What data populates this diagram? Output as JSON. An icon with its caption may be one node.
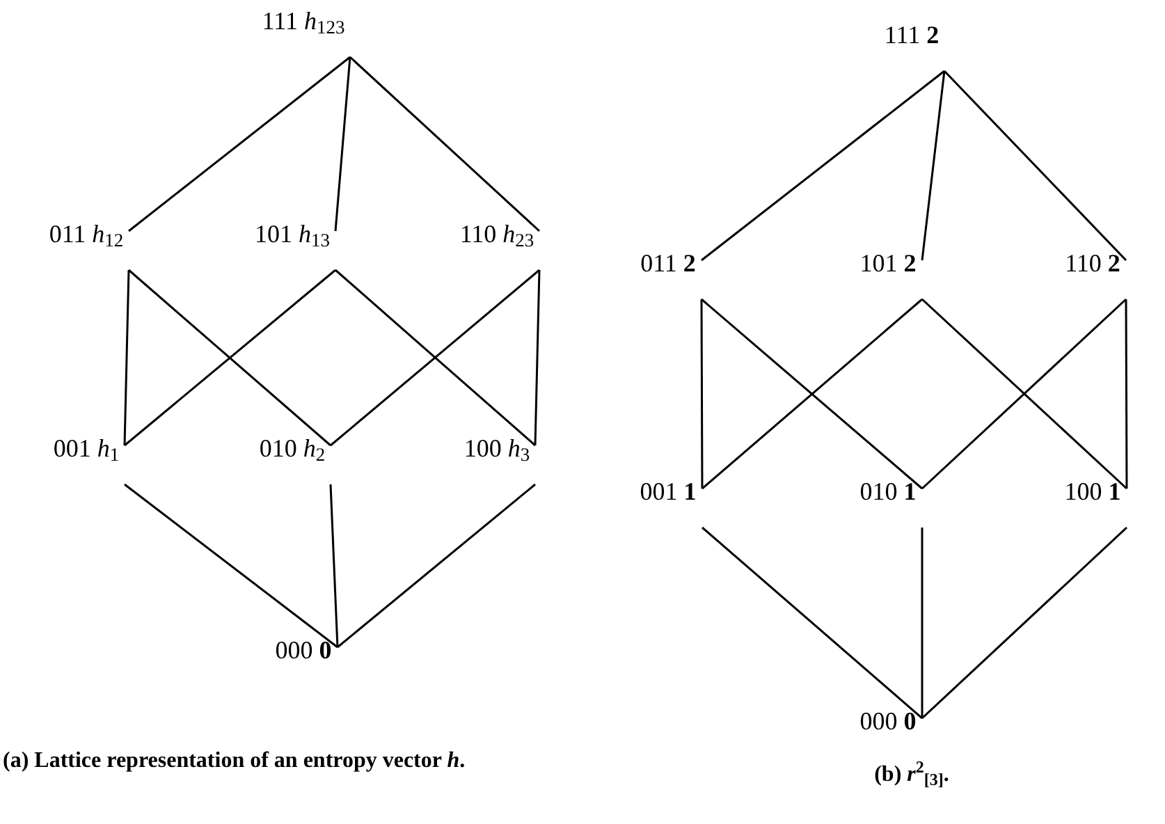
{
  "diagram": {
    "nodes": [
      {
        "text": [
          "111 *h*$_{123}$"
        ]
      },
      {
        "text": [
          "011 *h*$_{12}$"
        ]
      },
      {
        "text": [
          "101 *h*$_{13}$"
        ]
      },
      {
        "text": [
          "110 *h*$_{23}$"
        ]
      },
      {
        "text": [
          "001 *h*$_{1}$"
        ]
      },
      {
        "text": [
          "010 *h*$_{2}$"
        ]
      },
      {
        "text": [
          "100 *h*$_{3}$"
        ]
      },
      {
        "text": [
          "000 **0**"
        ]
      },
      {
        "text": [
          "111 **2**"
        ]
      },
      {
        "text": [
          "011 **2**"
        ]
      },
      {
        "text": [
          "101 **2**"
        ]
      },
      {
        "text": [
          "110 **2**"
        ]
      },
      {
        "text": [
          "001 **1**"
        ]
      },
      {
        "text": [
          "010 **1**"
        ]
      },
      {
        "text": [
          "100 **1**"
        ]
      },
      {
        "text": [
          "000 **0**"
        ]
      }
    ],
    "edges": [
      {
        "from": 0,
        "to": 1,
        "arrow": "none"
      },
      {
        "from": 0,
        "to": 2,
        "arrow": "none"
      },
      {
        "from": 0,
        "to": 3,
        "arrow": "none"
      },
      {
        "from": 1,
        "to": 4,
        "arrow": "none"
      },
      {
        "from": 1,
        "to": 5,
        "arrow": "none"
      },
      {
        "from": 2,
        "to": 4,
        "arrow": "none"
      },
      {
        "from": 2,
        "to": 6,
        "arrow": "none"
      },
      {
        "from": 3,
        "to": 5,
        "arrow": "none"
      },
      {
        "from": 3,
        "to": 6,
        "arrow": "none"
      },
      {
        "from": 4,
        "to": 7,
        "arrow": "none"
      },
      {
        "from": 5,
        "to": 7,
        "arrow": "none"
      },
      {
        "from": 6,
        "to": 7,
        "arrow": "none"
      },
      {
        "from": 8,
        "to": 9,
        "arrow": "none"
      },
      {
        "from": 8,
        "to": 10,
        "arrow": "none"
      },
      {
        "from": 8,
        "to": 11,
        "arrow": "none"
      },
      {
        "from": 9,
        "to": 12,
        "arrow": "none"
      },
      {
        "from": 9,
        "to": 13,
        "arrow": "none"
      },
      {
        "from": 10,
        "to": 12,
        "arrow": "none"
      },
      {
        "from": 10,
        "to": 14,
        "arrow": "none"
      },
      {
        "from": 11,
        "to": 13,
        "arrow": "none"
      },
      {
        "from": 11,
        "to": 14,
        "arrow": "none"
      },
      {
        "from": 12,
        "to": 15,
        "arrow": "none"
      },
      {
        "from": 13,
        "to": 15,
        "arrow": "none"
      },
      {
        "from": 14,
        "to": 15,
        "arrow": "none"
      }
    ],
    "labels": [
      "(a) Lattice representation of an entropy vector *h*.",
      "(b) *r*$^{2}$$_{[3]}$."
    ]
  }
}
